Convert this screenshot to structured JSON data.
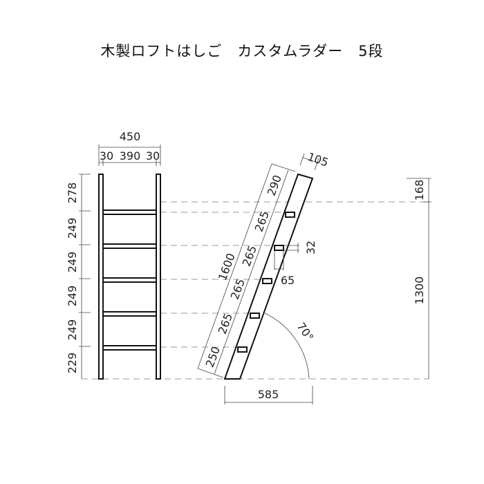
{
  "title": "木製ロフトはしご　カスタムラダー　5段",
  "front_view": {
    "total_width": "450",
    "rail_width_left": "30",
    "inner_width": "390",
    "rail_width_right": "30",
    "spacings": [
      "278",
      "249",
      "249",
      "249",
      "249",
      "229"
    ]
  },
  "side_view": {
    "rail_depth": "105",
    "length": "1600",
    "spacings": [
      "290",
      "265",
      "265",
      "265",
      "265",
      "250"
    ],
    "rung_height": "32",
    "rung_depth": "65",
    "angle": "70°",
    "base_width": "585",
    "top_offset": "168",
    "height_to_top_rung": "1300"
  }
}
